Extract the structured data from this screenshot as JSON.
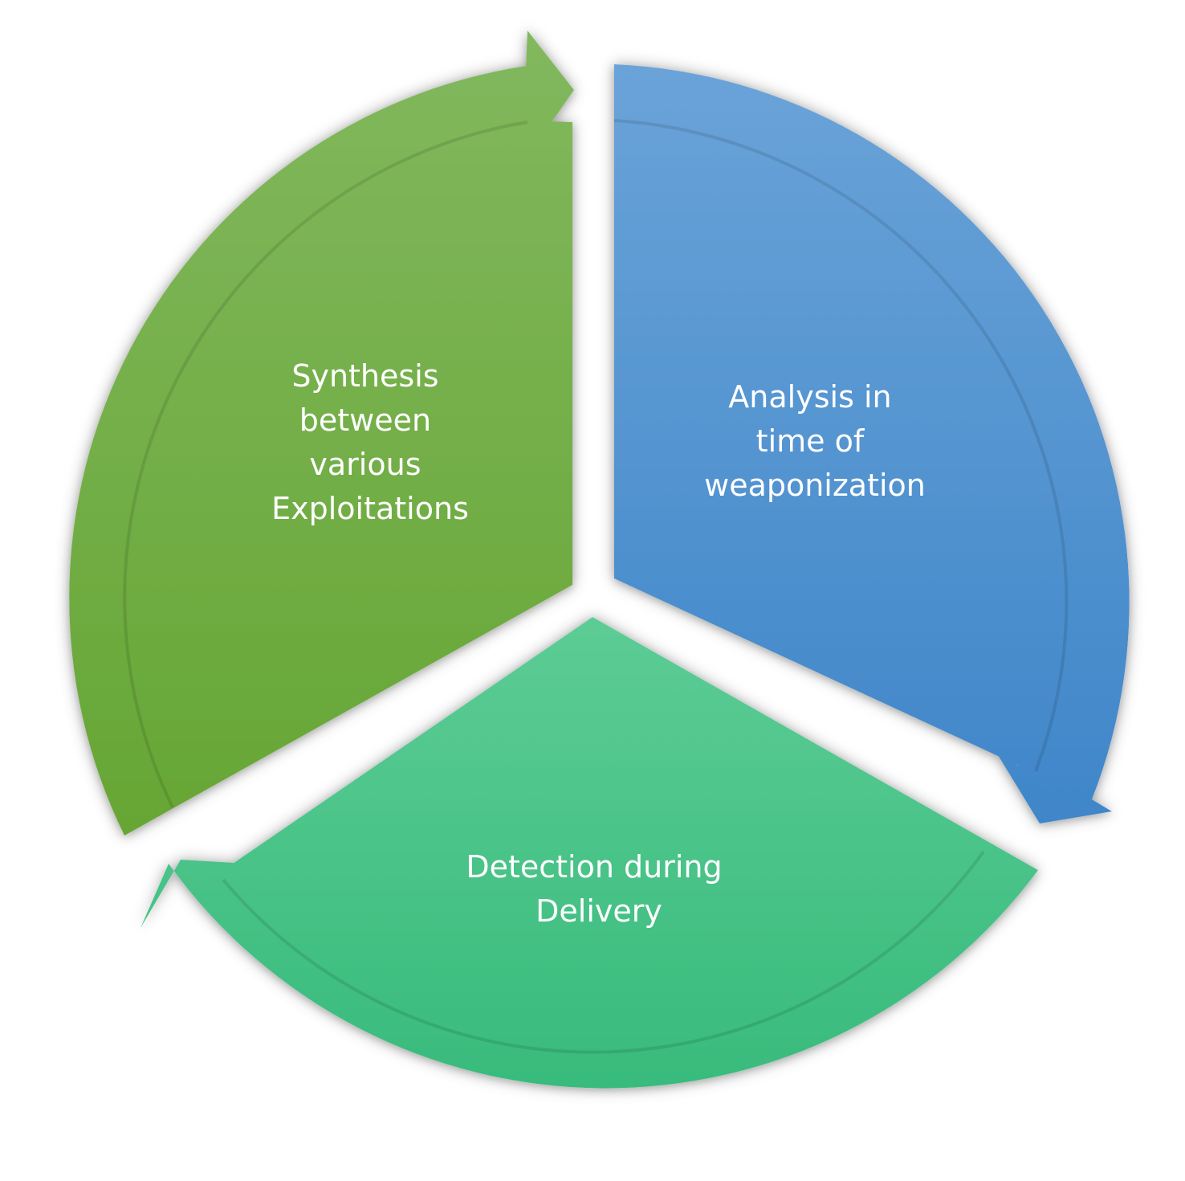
{
  "diagram": {
    "type": "cycle",
    "segments": [
      {
        "id": "analysis",
        "label_lines": [
          "Analysis in",
          "time of",
          "weaponization"
        ],
        "color_light": "#6aa3d8",
        "color_dark": "#3f86c9"
      },
      {
        "id": "detection",
        "label_lines": [
          "Detection during",
          "Delivery"
        ],
        "color_light": "#5ccc95",
        "color_dark": "#38bb7c"
      },
      {
        "id": "synthesis",
        "label_lines": [
          "Synthesis",
          "between",
          "various",
          "Exploitations"
        ],
        "color_light": "#82b85e",
        "color_dark": "#66a634"
      }
    ]
  }
}
